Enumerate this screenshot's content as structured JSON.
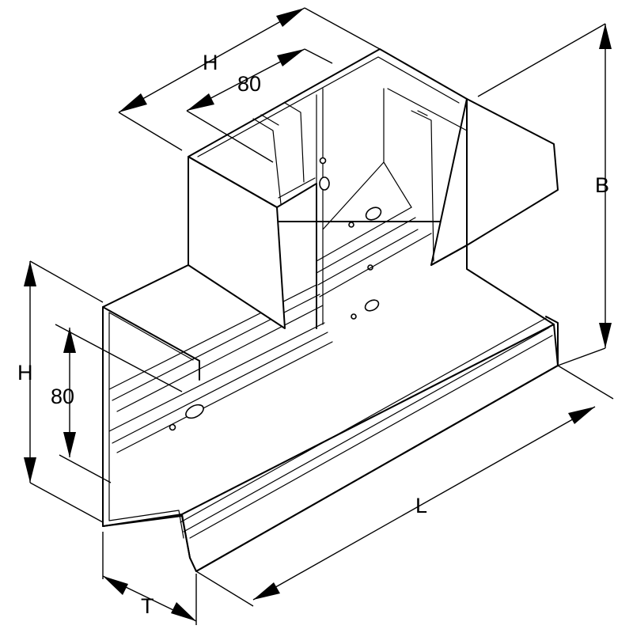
{
  "dimensions": {
    "top_h": "H",
    "top_80": "80",
    "side_h": "H",
    "side_80": "80",
    "b": "B",
    "l": "L",
    "t": "T"
  }
}
